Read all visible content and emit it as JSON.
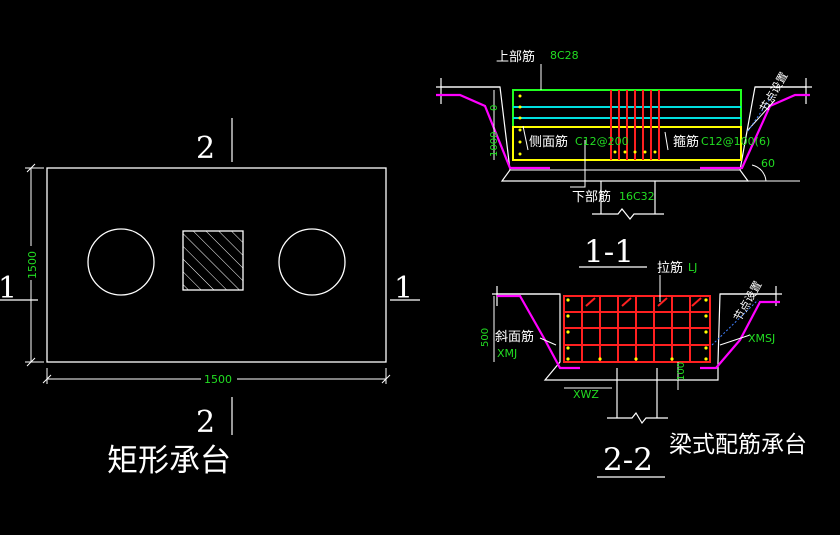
{
  "plan": {
    "title": "矩形承台",
    "section_top": "2",
    "section_bottom": "2",
    "section_left": "1",
    "section_right": "1",
    "dim_width": "1500",
    "dim_height": "1500"
  },
  "section_11": {
    "title": "1-1",
    "top_rebar_label": "上部筋",
    "top_rebar_value": "8C28",
    "side_rebar_label": "侧面筋",
    "side_rebar_value": "C12@200",
    "stirrup_label": "箍筋",
    "stirrup_value": "C12@100(6)",
    "bottom_rebar_label": "下部筋",
    "bottom_rebar_value": "16C32",
    "node_label": "节点设置",
    "angle": "60",
    "dim_0": "0",
    "dim_1000": "1000"
  },
  "section_22": {
    "title": "2-2",
    "subtitle": "梁式配筋承台",
    "tie_label": "拉筋",
    "tie_value": "LJ",
    "slope_label": "斜面筋",
    "slope_value": "XMJ",
    "slope_right": "XMSJ",
    "node_label": "节点设置",
    "dim_500": "500",
    "dim_100": "100",
    "xwz": "XWZ"
  },
  "colors": {
    "background": "#000000",
    "line": "#ffffff",
    "text_green": "#22dd22",
    "rebar_red": "#ff2020",
    "rebar_cyan": "#00e0e0",
    "rebar_green": "#20ff20",
    "rebar_yellow": "#ffff00",
    "rebar_magenta": "#ff00ff",
    "hatch": "#ffffff"
  }
}
